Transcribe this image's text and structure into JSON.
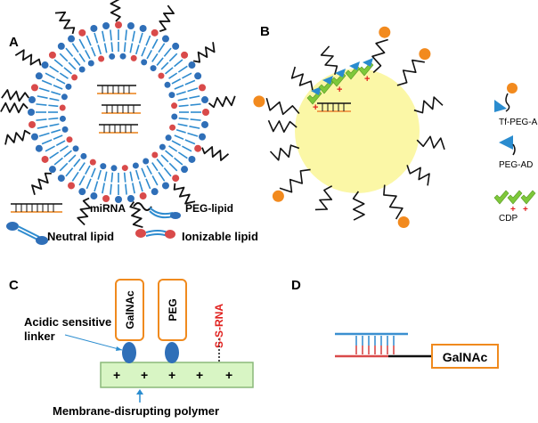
{
  "panels": {
    "a": "A",
    "b": "B",
    "c": "C",
    "d": "D"
  },
  "legend_a": {
    "mirna": "miRNA",
    "peg_lipid": "PEG-lipid",
    "neutral_lipid": "Neutral lipid",
    "ionizable_lipid": "Ionizable lipid"
  },
  "legend_b": {
    "tf_peg_ad": "Tf-PEG-AD",
    "peg_ad": "PEG-AD",
    "cdp": "CDP"
  },
  "panel_c": {
    "galnac": "GalNAc",
    "peg": "PEG",
    "ss_rna": "S-S-RNA",
    "linker_line1": "Acidic sensitive",
    "linker_line2": "linker",
    "polymer": "Membrane-disrupting polymer",
    "plus": "+"
  },
  "panel_d": {
    "galnac": "GalNAc"
  },
  "colors": {
    "lipid_tail": "#2e8bcf",
    "head_blue": "#2f6fb8",
    "head_red": "#d94a4a",
    "mirna_black": "#111111",
    "mirna_orange": "#f0a050",
    "nanoparticle": "#fbf7a6",
    "tf_orange": "#f28a1e",
    "ad_blue": "#2a8ccf",
    "cdp_green": "#7ec83a",
    "polymer_fill": "#d8f5c4",
    "orange_box": "#f08a1e",
    "strand_blue": "#3a8fd0",
    "strand_red": "#d94a4a"
  }
}
